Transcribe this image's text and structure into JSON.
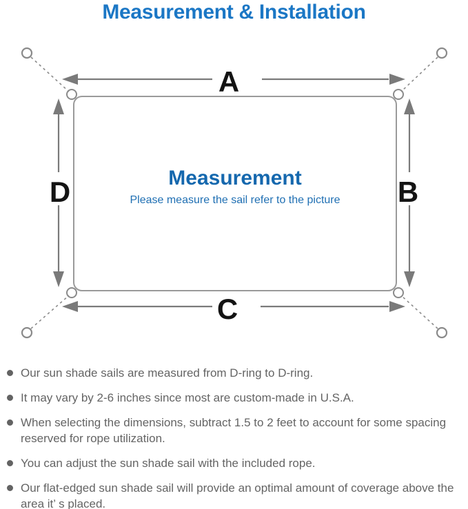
{
  "page_title": "Measurement & Installation",
  "diagram": {
    "dimension_labels": {
      "top": "A",
      "right": "B",
      "bottom": "C",
      "left": "D"
    },
    "center": {
      "title": "Measurement",
      "subtitle": "Please measure the sail refer to the picture"
    },
    "colors": {
      "title_blue": "#1b77c5",
      "center_blue": "#1568ae",
      "arrow_gray": "#7a7a7a",
      "outline_gray": "#9a9a9a",
      "ring_gray": "#8a8a8a",
      "note_text_gray": "#646464"
    },
    "icons": {
      "anchor_ring": "○",
      "corner_d_ring": "◠",
      "bullet_dot": "●"
    }
  },
  "notes": [
    {
      "text": "Our sun shade sails are measured from D-ring to D-ring."
    },
    {
      "text": "It may vary by 2-6 inches since most are custom-made in U.S.A."
    },
    {
      "text": "When selecting the dimensions, subtract 1.5 to 2 feet to account for some spacing reserved for rope utilization."
    },
    {
      "text": "You can adjust the sun shade sail with the included rope."
    },
    {
      "text": "Our flat-edged sun shade sail will provide an optimal amount of coverage above the area it’ s placed."
    }
  ]
}
